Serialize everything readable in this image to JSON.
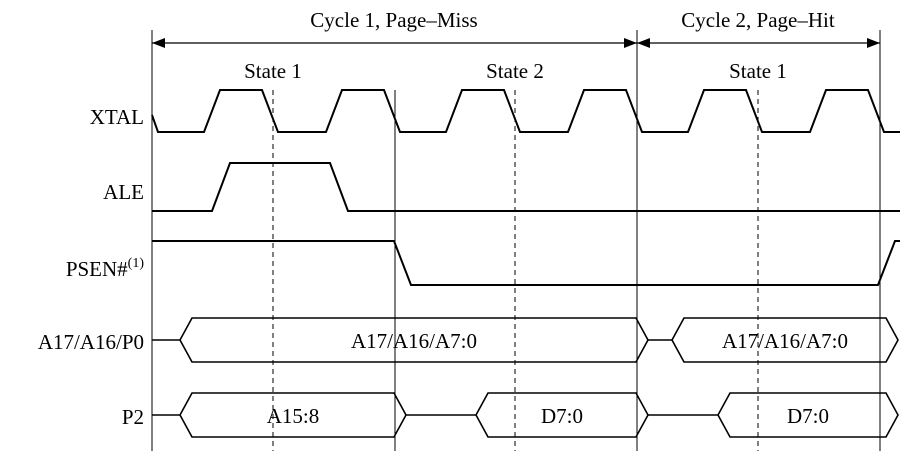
{
  "header": {
    "cycle1": "Cycle 1, Page–Miss",
    "cycle2": "Cycle 2, Page–Hit"
  },
  "states": {
    "cycle1_state1": "State 1",
    "cycle1_state2": "State 2",
    "cycle2_state1": "State 1"
  },
  "signals": {
    "xtal": "XTAL",
    "ale": "ALE",
    "psen": "PSEN#",
    "psen_note": "(1)",
    "addr_port": "A17/A16/P0",
    "p2": "P2"
  },
  "bus_values": {
    "addr_cycle1": "A17/A16/A7:0",
    "addr_cycle2": "A17/A16/A7:0",
    "p2_addr": "A15:8",
    "p2_data1": "D7:0",
    "p2_data2": "D7:0"
  }
}
